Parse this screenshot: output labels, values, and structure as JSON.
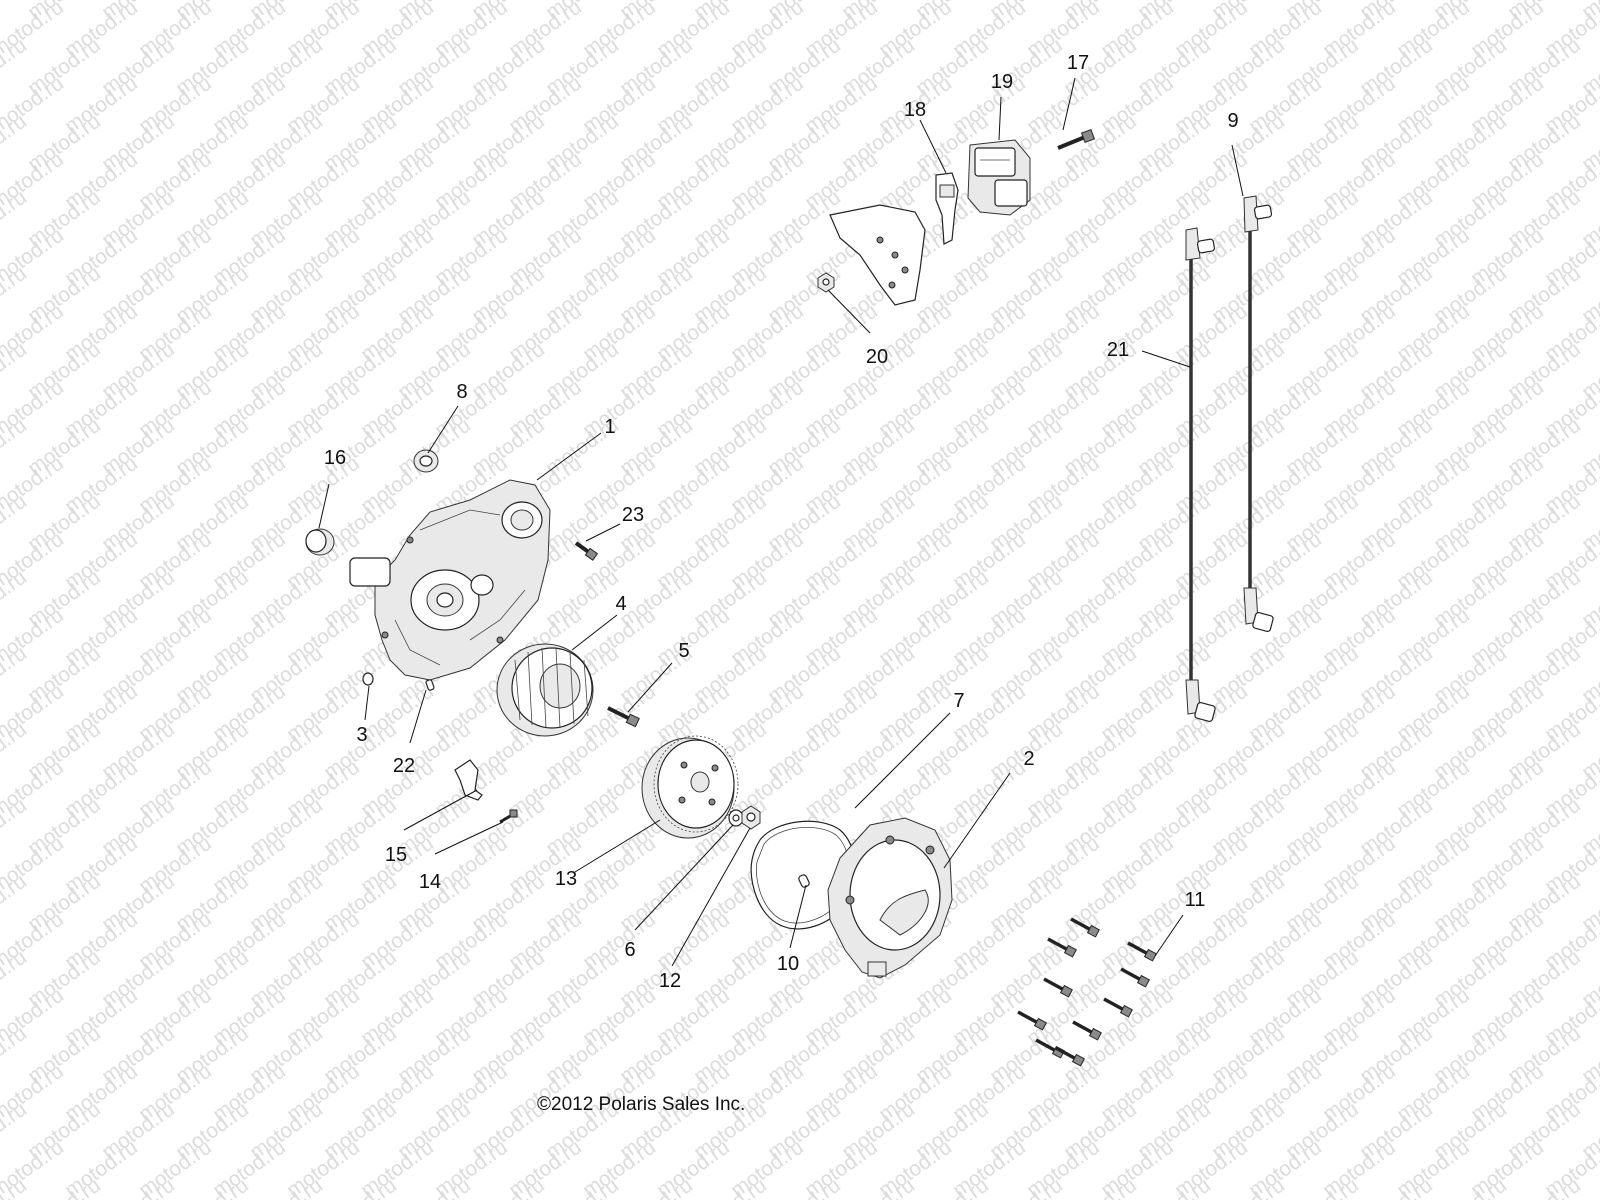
{
  "watermark": {
    "text": "motod.ru"
  },
  "copyright": "©2012 Polaris Sales Inc.",
  "callouts": [
    {
      "id": "1",
      "label": "1"
    },
    {
      "id": "2",
      "label": "2"
    },
    {
      "id": "3",
      "label": "3"
    },
    {
      "id": "4",
      "label": "4"
    },
    {
      "id": "5",
      "label": "5"
    },
    {
      "id": "6",
      "label": "6"
    },
    {
      "id": "7",
      "label": "7"
    },
    {
      "id": "8",
      "label": "8"
    },
    {
      "id": "9",
      "label": "9"
    },
    {
      "id": "10",
      "label": "10"
    },
    {
      "id": "11",
      "label": "11"
    },
    {
      "id": "12",
      "label": "12"
    },
    {
      "id": "13",
      "label": "13"
    },
    {
      "id": "14",
      "label": "14"
    },
    {
      "id": "15",
      "label": "15"
    },
    {
      "id": "16",
      "label": "16"
    },
    {
      "id": "17",
      "label": "17"
    },
    {
      "id": "18",
      "label": "18"
    },
    {
      "id": "19",
      "label": "19"
    },
    {
      "id": "20",
      "label": "20"
    },
    {
      "id": "21",
      "label": "21"
    },
    {
      "id": "22",
      "label": "22"
    },
    {
      "id": "23",
      "label": "23"
    }
  ]
}
